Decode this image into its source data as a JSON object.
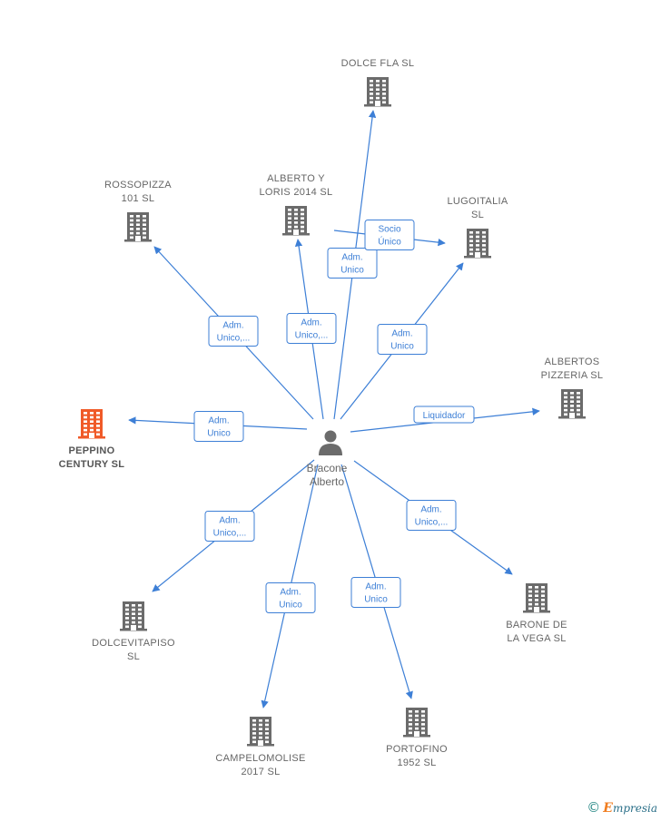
{
  "center": {
    "label": [
      "Bracone",
      "Alberto"
    ]
  },
  "companies": [
    {
      "id": "dolce-fla",
      "label": [
        "DOLCE FLA  SL"
      ],
      "highlight": false
    },
    {
      "id": "alberto-y-loris",
      "label": [
        "ALBERTO Y",
        "LORIS 2014  SL"
      ],
      "highlight": false
    },
    {
      "id": "rossopizza",
      "label": [
        "ROSSOPIZZA",
        "101  SL"
      ],
      "highlight": false
    },
    {
      "id": "lugoitalia",
      "label": [
        "LUGOITALIA",
        "SL"
      ],
      "highlight": false
    },
    {
      "id": "albertos-pizzeria",
      "label": [
        "ALBERTOS",
        "PIZZERIA SL"
      ],
      "highlight": false
    },
    {
      "id": "peppino-century",
      "label": [
        "PEPPINO",
        "CENTURY  SL"
      ],
      "highlight": true
    },
    {
      "id": "dolcevitapiso",
      "label": [
        "DOLCEVITAPISO",
        "SL"
      ],
      "highlight": false
    },
    {
      "id": "campelomolise",
      "label": [
        "CAMPELOMOLISE",
        "2017  SL"
      ],
      "highlight": false
    },
    {
      "id": "portofino",
      "label": [
        "PORTOFINO",
        "1952  SL"
      ],
      "highlight": false
    },
    {
      "id": "barone-de-la-vega",
      "label": [
        "BARONE DE",
        "LA VEGA  SL"
      ],
      "highlight": false
    }
  ],
  "relations": [
    {
      "from": "center",
      "to": "dolce-fla",
      "label": [
        "Adm.",
        "Unico"
      ]
    },
    {
      "from": "center",
      "to": "alberto-y-loris",
      "label": [
        "Adm.",
        "Unico,..."
      ]
    },
    {
      "from": "center",
      "to": "rossopizza",
      "label": [
        "Adm.",
        "Unico,..."
      ]
    },
    {
      "from": "center",
      "to": "lugoitalia",
      "label": [
        "Adm.",
        "Unico"
      ]
    },
    {
      "from": "alberto-y-loris",
      "to": "lugoitalia",
      "label": [
        "Socio",
        "Único"
      ]
    },
    {
      "from": "center",
      "to": "albertos-pizzeria",
      "label": [
        "Liquidador"
      ]
    },
    {
      "from": "center",
      "to": "peppino-century",
      "label": [
        "Adm.",
        "Unico"
      ]
    },
    {
      "from": "center",
      "to": "dolcevitapiso",
      "label": [
        "Adm.",
        "Unico,..."
      ]
    },
    {
      "from": "center",
      "to": "campelomolise",
      "label": [
        "Adm.",
        "Unico"
      ]
    },
    {
      "from": "center",
      "to": "portofino",
      "label": [
        "Adm.",
        "Unico"
      ]
    },
    {
      "from": "center",
      "to": "barone-de-la-vega",
      "label": [
        "Adm.",
        "Unico,..."
      ]
    }
  ],
  "colors": {
    "edge": "#3d7fd6",
    "building": "#6b6b6b",
    "highlight": "#f05a28"
  },
  "watermark": {
    "symbol": "©",
    "brand_initial": "E",
    "brand_rest": "mpresia"
  }
}
